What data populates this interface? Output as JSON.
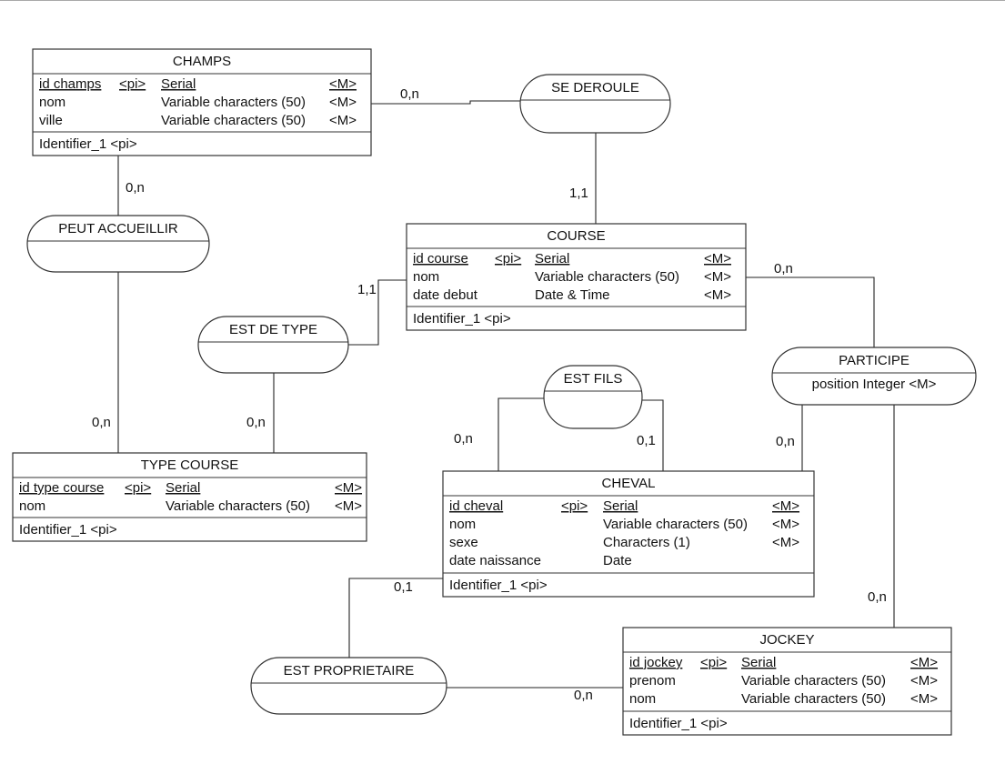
{
  "diagram": {
    "type": "MCD (Merise conceptual data model)",
    "entities": [
      {
        "id": "champs",
        "name": "CHAMPS",
        "attributes": [
          {
            "name": "id champs",
            "key": "<pi>",
            "type": "Serial",
            "mandatory": "<M>",
            "identifier": true
          },
          {
            "name": "nom",
            "key": "",
            "type": "Variable characters (50)",
            "mandatory": "<M>",
            "identifier": false
          },
          {
            "name": "ville",
            "key": "",
            "type": "Variable characters (50)",
            "mandatory": "<M>",
            "identifier": false
          }
        ],
        "identifier": "Identifier_1  <pi>"
      },
      {
        "id": "course",
        "name": "COURSE",
        "attributes": [
          {
            "name": "id course",
            "key": "<pi>",
            "type": "Serial",
            "mandatory": "<M>",
            "identifier": true
          },
          {
            "name": "nom",
            "key": "",
            "type": "Variable characters (50)",
            "mandatory": "<M>",
            "identifier": false
          },
          {
            "name": "date debut",
            "key": "",
            "type": "Date & Time",
            "mandatory": "<M>",
            "identifier": false
          }
        ],
        "identifier": "Identifier_1  <pi>"
      },
      {
        "id": "type_course",
        "name": "TYPE COURSE",
        "attributes": [
          {
            "name": "id type course",
            "key": "<pi>",
            "type": "Serial",
            "mandatory": "<M>",
            "identifier": true
          },
          {
            "name": "nom",
            "key": "",
            "type": "Variable characters (50)",
            "mandatory": "<M>",
            "identifier": false
          }
        ],
        "identifier": "Identifier_1  <pi>"
      },
      {
        "id": "cheval",
        "name": "CHEVAL",
        "attributes": [
          {
            "name": "id cheval",
            "key": "<pi>",
            "type": "Serial",
            "mandatory": "<M>",
            "identifier": true
          },
          {
            "name": "nom",
            "key": "",
            "type": "Variable characters (50)",
            "mandatory": "<M>",
            "identifier": false
          },
          {
            "name": "sexe",
            "key": "",
            "type": "Characters (1)",
            "mandatory": "<M>",
            "identifier": false
          },
          {
            "name": "date naissance",
            "key": "",
            "type": "Date",
            "mandatory": "",
            "identifier": false
          }
        ],
        "identifier": "Identifier_1  <pi>"
      },
      {
        "id": "jockey",
        "name": "JOCKEY",
        "attributes": [
          {
            "name": "id jockey",
            "key": "<pi>",
            "type": "Serial",
            "mandatory": "<M>",
            "identifier": true
          },
          {
            "name": "prenom",
            "key": "",
            "type": "Variable characters (50)",
            "mandatory": "<M>",
            "identifier": false
          },
          {
            "name": "nom",
            "key": "",
            "type": "Variable characters (50)",
            "mandatory": "<M>",
            "identifier": false
          }
        ],
        "identifier": "Identifier_1  <pi>"
      }
    ],
    "relationships": [
      {
        "id": "se_deroule",
        "name": "SE DEROULE",
        "attributes": ""
      },
      {
        "id": "peut_accueillir",
        "name": "PEUT ACCUEILLIR",
        "attributes": ""
      },
      {
        "id": "est_de_type",
        "name": "EST DE TYPE",
        "attributes": ""
      },
      {
        "id": "participe",
        "name": "PARTICIPE",
        "attributes": "position   Integer   <M>"
      },
      {
        "id": "est_fils",
        "name": "EST FILS",
        "attributes": ""
      },
      {
        "id": "est_proprietaire",
        "name": "EST PROPRIETAIRE",
        "attributes": ""
      }
    ],
    "links": [
      {
        "from": "champs",
        "to": "se_deroule",
        "cardinality": "0,n"
      },
      {
        "from": "course",
        "to": "se_deroule",
        "cardinality": "1,1"
      },
      {
        "from": "champs",
        "to": "peut_accueillir",
        "cardinality": "0,n"
      },
      {
        "from": "type_course",
        "to": "peut_accueillir",
        "cardinality": "0,n"
      },
      {
        "from": "course",
        "to": "est_de_type",
        "cardinality": "1,1"
      },
      {
        "from": "type_course",
        "to": "est_de_type",
        "cardinality": "0,n"
      },
      {
        "from": "course",
        "to": "participe",
        "cardinality": "0,n"
      },
      {
        "from": "cheval",
        "to": "participe",
        "cardinality": "0,n"
      },
      {
        "from": "jockey",
        "to": "participe",
        "cardinality": "0,n"
      },
      {
        "from": "cheval",
        "to": "est_fils",
        "cardinality": "0,n",
        "side": "left"
      },
      {
        "from": "cheval",
        "to": "est_fils",
        "cardinality": "0,1",
        "side": "right"
      },
      {
        "from": "cheval",
        "to": "est_proprietaire",
        "cardinality": "0,1"
      },
      {
        "from": "jockey",
        "to": "est_proprietaire",
        "cardinality": "0,n"
      }
    ]
  }
}
